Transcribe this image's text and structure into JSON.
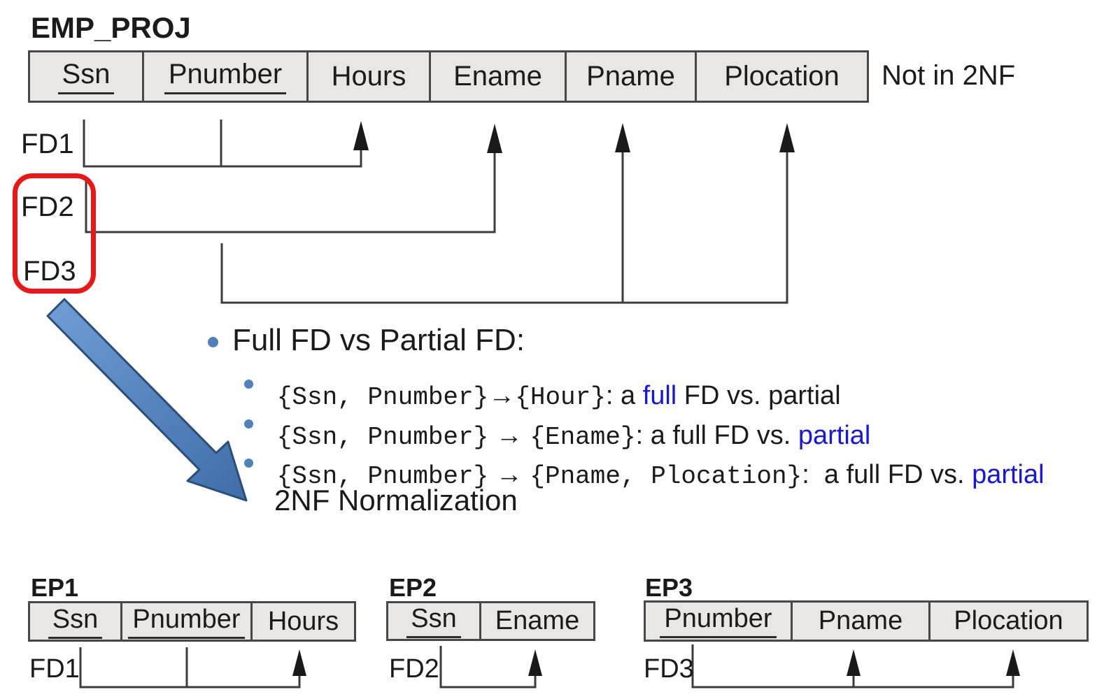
{
  "colors": {
    "table_fill": "#e8e7e5",
    "table_border": "#474747",
    "dependency_line": "#3c3c3c",
    "text": "#1b1b1b",
    "highlight_red": "#ec1616",
    "steel_blue": "#4f81bd",
    "emphasis_blue": "#1616e8"
  },
  "emp_proj": {
    "title": "EMP_PROJ",
    "annotation": "Not in 2NF",
    "columns": [
      {
        "label": "Ssn",
        "is_key": true
      },
      {
        "label": "Pnumber",
        "is_key": true
      },
      {
        "label": "Hours",
        "is_key": false
      },
      {
        "label": "Ename",
        "is_key": false
      },
      {
        "label": "Pname",
        "is_key": false
      },
      {
        "label": "Plocation",
        "is_key": false
      }
    ],
    "fd_labels": [
      "FD1",
      "FD2",
      "FD3"
    ]
  },
  "analysis": {
    "heading": "Full FD vs Partial FD:",
    "bullets": [
      {
        "segments": [
          {
            "text": "{Ssn, Pnumber}",
            "style": "mono"
          },
          {
            "text": "→",
            "style": "sans"
          },
          {
            "text": "{Hour}",
            "style": "mono"
          },
          {
            "text": ": a ",
            "style": "sans"
          },
          {
            "text": "full",
            "style": "sans-blue"
          },
          {
            "text": " FD vs. partial",
            "style": "sans"
          }
        ]
      },
      {
        "segments": [
          {
            "text": "{Ssn, Pnumber}",
            "style": "mono"
          },
          {
            "text": " → ",
            "style": "sans"
          },
          {
            "text": "{Ename}",
            "style": "mono"
          },
          {
            "text": ": a full FD vs. ",
            "style": "sans"
          },
          {
            "text": "partial",
            "style": "sans-blue"
          }
        ]
      },
      {
        "segments": [
          {
            "text": "{Ssn, Pnumber}",
            "style": "mono"
          },
          {
            "text": " → ",
            "style": "sans"
          },
          {
            "text": "{Pname, Plocation}",
            "style": "mono"
          },
          {
            "text": ":  a full FD vs. ",
            "style": "sans"
          },
          {
            "text": "partial",
            "style": "sans-blue"
          }
        ]
      }
    ],
    "normalization_label": "2NF Normalization"
  },
  "decomposition": [
    {
      "title": "EP1",
      "fd_label": "FD1",
      "columns": [
        {
          "label": "Ssn",
          "is_key": true
        },
        {
          "label": "Pnumber",
          "is_key": true
        },
        {
          "label": "Hours",
          "is_key": false
        }
      ]
    },
    {
      "title": "EP2",
      "fd_label": "FD2",
      "columns": [
        {
          "label": "Ssn",
          "is_key": true
        },
        {
          "label": "Ename",
          "is_key": false
        }
      ]
    },
    {
      "title": "EP3",
      "fd_label": "FD3",
      "columns": [
        {
          "label": "Pnumber",
          "is_key": true
        },
        {
          "label": "Pname",
          "is_key": false
        },
        {
          "label": "Plocation",
          "is_key": false
        }
      ]
    }
  ]
}
